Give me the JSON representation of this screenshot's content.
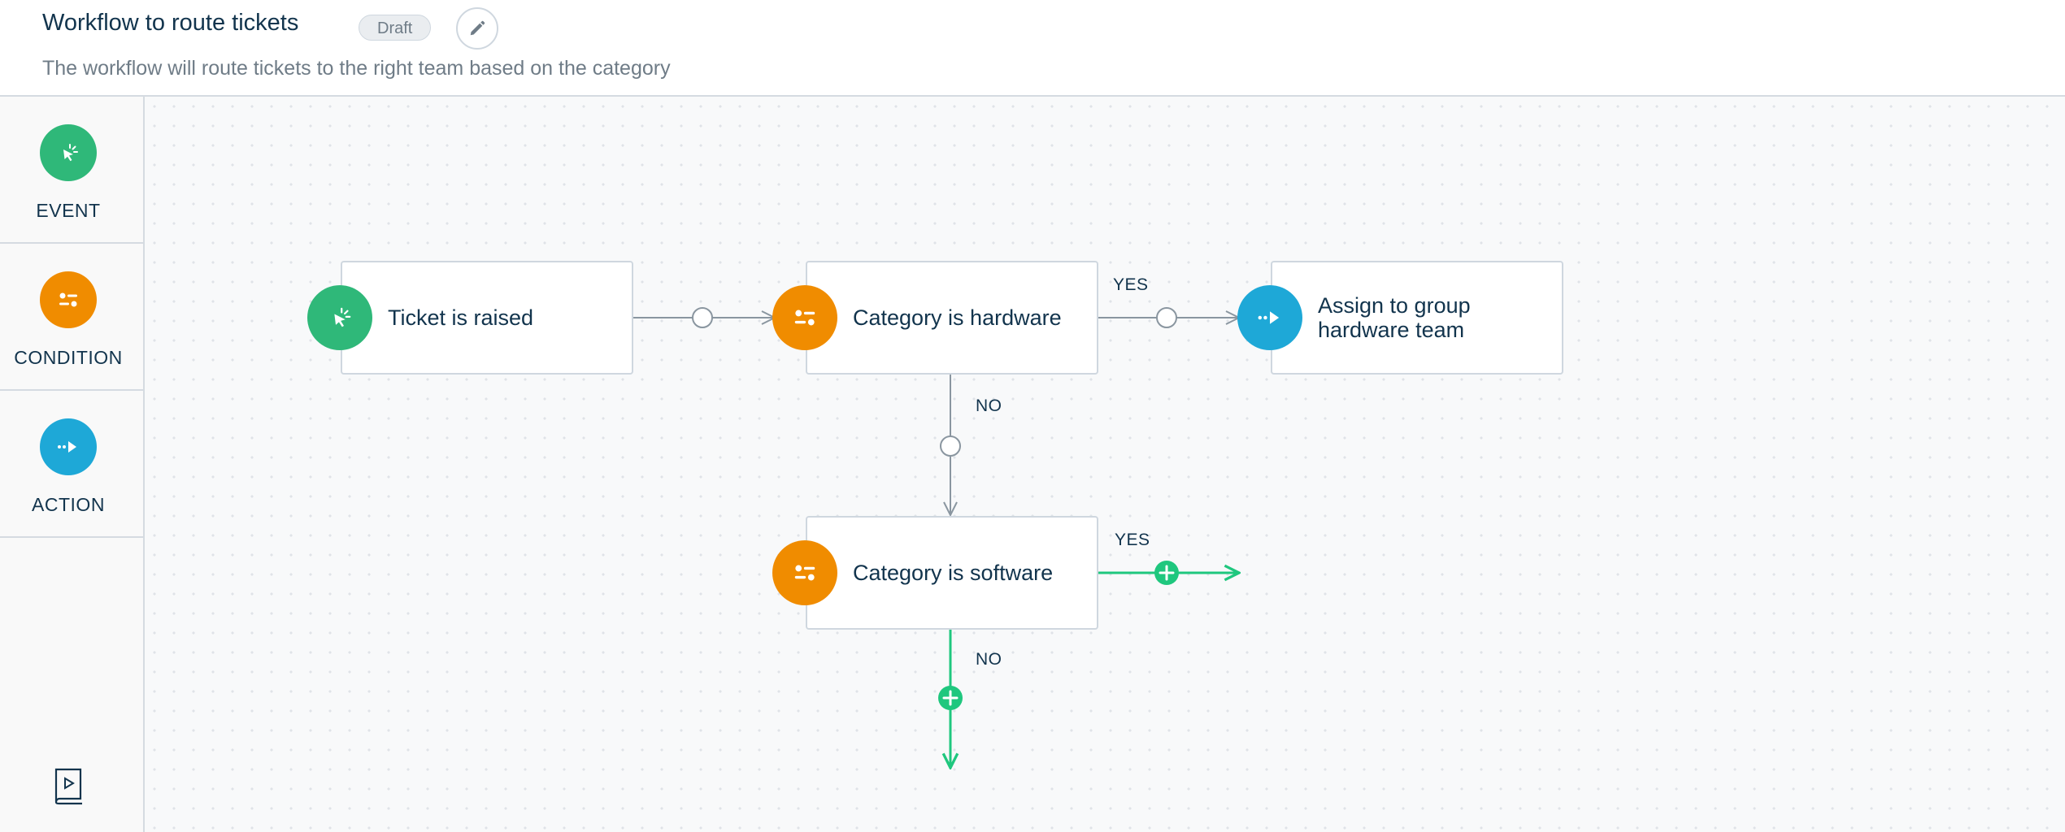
{
  "header": {
    "title": "Workflow to route tickets",
    "status_badge": "Draft",
    "description": "The workflow will route tickets to the right team based on the category"
  },
  "sidebar": {
    "items": [
      {
        "label": "EVENT",
        "icon": "cursor-click-icon",
        "color": "#2fb879"
      },
      {
        "label": "CONDITION",
        "icon": "sliders-icon",
        "color": "#f08c00"
      },
      {
        "label": "ACTION",
        "icon": "arrow-right-icon",
        "color": "#1ea8d7"
      }
    ],
    "tour_icon": "play-guide-icon"
  },
  "workflow": {
    "nodes": {
      "event": {
        "label": "Ticket is raised",
        "type": "event"
      },
      "condition_hardware": {
        "label": "Category is hardware",
        "type": "condition"
      },
      "action_assign": {
        "label": "Assign to group hardware team",
        "type": "action"
      },
      "condition_software": {
        "label": "Category is software",
        "type": "condition"
      }
    },
    "edge_labels": {
      "hardware_yes": "YES",
      "hardware_no": "NO",
      "software_yes": "YES",
      "software_no": "NO"
    },
    "colors": {
      "connector": "#8a96a0",
      "open_branch": "#1fc77e"
    }
  }
}
